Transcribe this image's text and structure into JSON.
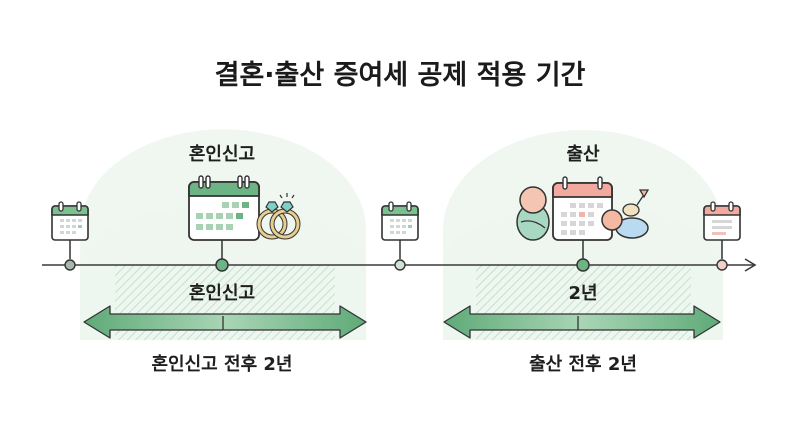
{
  "title": "결혼·출산 증여세 공제 적용 기간",
  "marriage": {
    "event_label": "혼인신고",
    "center_label": "혼인신고",
    "range_label": "혼인신고 전후 2년",
    "accent": "#5fae7d"
  },
  "birth": {
    "event_label": "출산",
    "center_label": "2년",
    "range_label": "출산 전후 2년",
    "accent": "#e9a29a"
  },
  "colors": {
    "line": "#3a3a3a",
    "bg_green": "#e8f3ea",
    "arrow": "#6cb484"
  }
}
